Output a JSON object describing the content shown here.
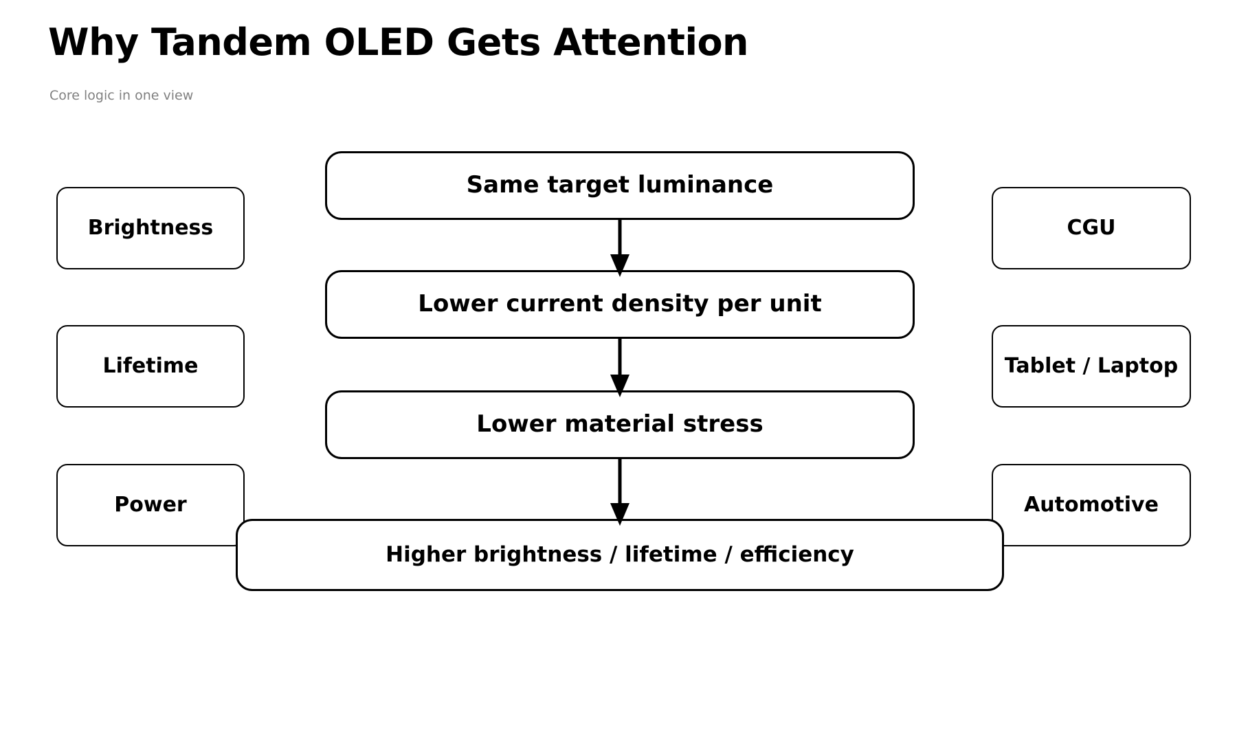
{
  "header": {
    "title": "Why Tandem OLED Gets Attention",
    "subtitle": "Core logic in one view"
  },
  "diagram_data": {
    "type": "flowchart",
    "orientation": "top-to-bottom",
    "columns": {
      "left": {
        "role": "benefit-axes",
        "nodes": [
          "Brightness",
          "Lifetime",
          "Power"
        ]
      },
      "center": {
        "role": "causal-chain",
        "nodes": [
          "Same target luminance",
          "Lower current density per unit",
          "Lower material stress",
          "Higher brightness / lifetime / efficiency"
        ]
      },
      "right": {
        "role": "applications",
        "nodes": [
          "CGU",
          "Tablet / Laptop",
          "Automotive"
        ]
      }
    },
    "edges": [
      {
        "from": "Same target luminance",
        "to": "Lower current density per unit",
        "style": "solid-arrow"
      },
      {
        "from": "Lower current density per unit",
        "to": "Lower material stress",
        "style": "solid-arrow"
      },
      {
        "from": "Lower material stress",
        "to": "Higher brightness / lifetime / efficiency",
        "style": "solid-arrow"
      }
    ],
    "colors": {
      "stroke": "#000000",
      "fill": "#ffffff",
      "title_text": "#000000",
      "subtitle_text": "#808080"
    }
  },
  "left_column": {
    "brightness": "Brightness",
    "lifetime": "Lifetime",
    "power": "Power"
  },
  "center_column": {
    "luminance": "Same target luminance",
    "current_density": "Lower current density per unit",
    "material_stress": "Lower material stress",
    "outcome": "Higher brightness / lifetime / efficiency"
  },
  "right_column": {
    "cgu": "CGU",
    "tablet_laptop": "Tablet / Laptop",
    "automotive": "Automotive"
  }
}
